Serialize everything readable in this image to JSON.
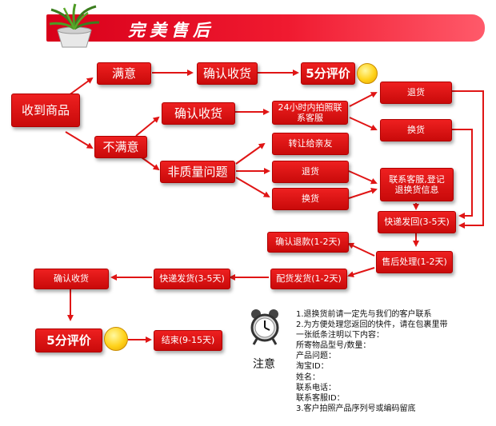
{
  "banner": {
    "title": "完美售后"
  },
  "nodes": {
    "received": "收到商品",
    "satisfied": "满意",
    "confirm_receipt_top": "确认收货",
    "review_top": "5分评价",
    "unsatisfied": "不满意",
    "confirm_receipt_mid": "确认收货",
    "contact_24h": "24小时内拍照联系客服",
    "return_top": "退货",
    "exchange_top": "换货",
    "non_quality": "非质量问题",
    "transfer": "转让给亲友",
    "return_mid": "退货",
    "exchange_mid": "换货",
    "contact_register": "联系客服,登记退换货信息",
    "express_back": "快递发回(3-5天)",
    "after_sales": "售后处理(1-2天)",
    "confirm_refund": "确认退款(1-2天)",
    "ship_goods": "配货发货(1-2天)",
    "express_ship": "快递发货(3-5天)",
    "confirm_receipt_bottom": "确认收货",
    "review_bottom": "5分评价",
    "done": "结束(9-15天)"
  },
  "note": {
    "label": "注意",
    "lines": [
      "1.退换货前请一定先与我们的客户联系",
      "2.为方便处理您返回的快件，请在包裹里带",
      "一张纸条注明以下内容：",
      "所寄物品型号/数量：",
      "产品问题：",
      "淘宝ID：",
      "姓名：",
      "联系电话：",
      "联系客服ID：",
      "3.客户拍照产品序列号或编码留底"
    ]
  },
  "colors": {
    "box": "#d81010",
    "arrow": "#e01515",
    "banner": "#e8001a"
  },
  "icons": [
    "potted-plant-icon",
    "smiley-face-icon",
    "alarm-clock-icon"
  ]
}
